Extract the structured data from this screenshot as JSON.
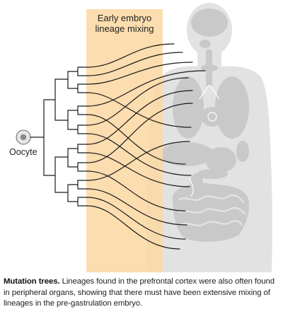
{
  "band": {
    "title_line1": "Early embryo",
    "title_line2": "lineage mixing",
    "color": "#fcd8a4"
  },
  "oocyte": {
    "label": "Oocyte"
  },
  "caption": {
    "lead": "Mutation trees.",
    "text": "Lineages found in the prefrontal cortex were also often found in peripheral organs, showing that there must have been extensive mixing of lineages in the pre-gastrulation embryo."
  },
  "colors": {
    "body_silhouette": "#e2e2e2",
    "organs": "#c9c9c9",
    "lines": "#1a1a1a"
  }
}
